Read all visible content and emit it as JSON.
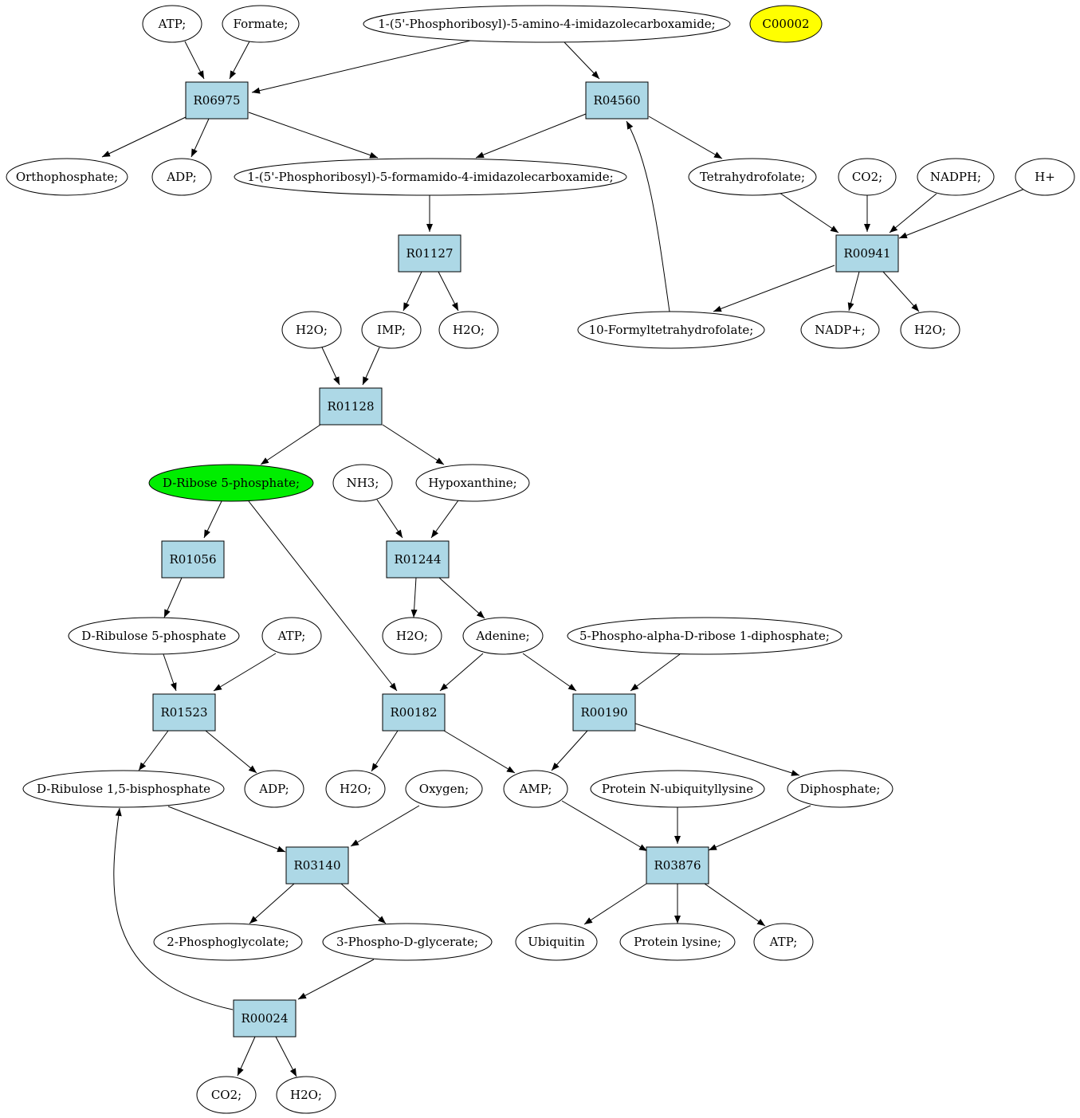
{
  "compounds": [
    {
      "id": "atp1",
      "label": "ATP;"
    },
    {
      "id": "formate",
      "label": "Formate;"
    },
    {
      "id": "aicar",
      "label": "1-(5'-Phosphoribosyl)-5-amino-4-imidazolecarboxamide;"
    },
    {
      "id": "c00002",
      "label": "C00002",
      "highlight": "yellow"
    },
    {
      "id": "orthophosphate",
      "label": "Orthophosphate;"
    },
    {
      "id": "adp1",
      "label": "ADP;"
    },
    {
      "id": "faicar",
      "label": "1-(5'-Phosphoribosyl)-5-formamido-4-imidazolecarboxamide;"
    },
    {
      "id": "thf",
      "label": "Tetrahydrofolate;"
    },
    {
      "id": "co2a",
      "label": "CO2;"
    },
    {
      "id": "nadph",
      "label": "NADPH;"
    },
    {
      "id": "hplus",
      "label": "H+"
    },
    {
      "id": "h2o_a",
      "label": "H2O;"
    },
    {
      "id": "imp",
      "label": "IMP;"
    },
    {
      "id": "h2o_b",
      "label": "H2O;"
    },
    {
      "id": "formylthf",
      "label": "10-Formyltetrahydrofolate;"
    },
    {
      "id": "nadp",
      "label": "NADP+;"
    },
    {
      "id": "h2o_c",
      "label": "H2O;"
    },
    {
      "id": "r5p",
      "label": "D-Ribose 5-phosphate;",
      "highlight": "green"
    },
    {
      "id": "nh3",
      "label": "NH3;"
    },
    {
      "id": "hypoxanthine",
      "label": "Hypoxanthine;"
    },
    {
      "id": "ru5p",
      "label": "D-Ribulose 5-phosphate"
    },
    {
      "id": "atp2",
      "label": "ATP;"
    },
    {
      "id": "h2o_d",
      "label": "H2O;"
    },
    {
      "id": "adenine",
      "label": "Adenine;"
    },
    {
      "id": "prpp",
      "label": "5-Phospho-alpha-D-ribose 1-diphosphate;"
    },
    {
      "id": "rubp",
      "label": "D-Ribulose 1,5-bisphosphate"
    },
    {
      "id": "adp2",
      "label": "ADP;"
    },
    {
      "id": "h2o_e",
      "label": "H2O;"
    },
    {
      "id": "oxygen",
      "label": "Oxygen;"
    },
    {
      "id": "amp",
      "label": "AMP;"
    },
    {
      "id": "protubq",
      "label": "Protein N-ubiquityllysine"
    },
    {
      "id": "diphosphate",
      "label": "Diphosphate;"
    },
    {
      "id": "pglycolate",
      "label": "2-Phosphoglycolate;"
    },
    {
      "id": "pga",
      "label": "3-Phospho-D-glycerate;"
    },
    {
      "id": "ubiquitin",
      "label": "Ubiquitin"
    },
    {
      "id": "protlys",
      "label": "Protein lysine;"
    },
    {
      "id": "atp3",
      "label": "ATP;"
    },
    {
      "id": "co2b",
      "label": "CO2;"
    },
    {
      "id": "h2o_f",
      "label": "H2O;"
    }
  ],
  "reactions": [
    {
      "id": "R06975",
      "label": "R06975"
    },
    {
      "id": "R04560",
      "label": "R04560"
    },
    {
      "id": "R01127",
      "label": "R01127"
    },
    {
      "id": "R00941",
      "label": "R00941"
    },
    {
      "id": "R01128",
      "label": "R01128"
    },
    {
      "id": "R01056",
      "label": "R01056"
    },
    {
      "id": "R01244",
      "label": "R01244"
    },
    {
      "id": "R01523",
      "label": "R01523"
    },
    {
      "id": "R00182",
      "label": "R00182"
    },
    {
      "id": "R00190",
      "label": "R00190"
    },
    {
      "id": "R03140",
      "label": "R03140"
    },
    {
      "id": "R03876",
      "label": "R03876"
    },
    {
      "id": "R00024",
      "label": "R00024"
    }
  ],
  "edges": [
    [
      "atp1",
      "R06975"
    ],
    [
      "formate",
      "R06975"
    ],
    [
      "aicar",
      "R06975"
    ],
    [
      "R06975",
      "orthophosphate"
    ],
    [
      "R06975",
      "adp1"
    ],
    [
      "R06975",
      "faicar"
    ],
    [
      "aicar",
      "R04560"
    ],
    [
      "formylthf",
      "R04560"
    ],
    [
      "R04560",
      "faicar"
    ],
    [
      "R04560",
      "thf"
    ],
    [
      "faicar",
      "R01127"
    ],
    [
      "R01127",
      "imp"
    ],
    [
      "R01127",
      "h2o_b"
    ],
    [
      "thf",
      "R00941"
    ],
    [
      "co2a",
      "R00941"
    ],
    [
      "nadph",
      "R00941"
    ],
    [
      "hplus",
      "R00941"
    ],
    [
      "R00941",
      "formylthf"
    ],
    [
      "R00941",
      "nadp"
    ],
    [
      "R00941",
      "h2o_c"
    ],
    [
      "h2o_a",
      "R01128"
    ],
    [
      "imp",
      "R01128"
    ],
    [
      "R01128",
      "r5p"
    ],
    [
      "R01128",
      "hypoxanthine"
    ],
    [
      "r5p",
      "R01056"
    ],
    [
      "R01056",
      "ru5p"
    ],
    [
      "nh3",
      "R01244"
    ],
    [
      "hypoxanthine",
      "R01244"
    ],
    [
      "R01244",
      "h2o_d"
    ],
    [
      "R01244",
      "adenine"
    ],
    [
      "ru5p",
      "R01523"
    ],
    [
      "atp2",
      "R01523"
    ],
    [
      "R01523",
      "rubp"
    ],
    [
      "R01523",
      "adp2"
    ],
    [
      "r5p",
      "R00182"
    ],
    [
      "adenine",
      "R00182"
    ],
    [
      "R00182",
      "h2o_e"
    ],
    [
      "R00182",
      "amp"
    ],
    [
      "adenine",
      "R00190"
    ],
    [
      "prpp",
      "R00190"
    ],
    [
      "R00190",
      "amp"
    ],
    [
      "R00190",
      "diphosphate"
    ],
    [
      "rubp",
      "R03140"
    ],
    [
      "oxygen",
      "R03140"
    ],
    [
      "R03140",
      "pglycolate"
    ],
    [
      "R03140",
      "pga"
    ],
    [
      "amp",
      "R03876"
    ],
    [
      "protubq",
      "R03876"
    ],
    [
      "diphosphate",
      "R03876"
    ],
    [
      "R03876",
      "ubiquitin"
    ],
    [
      "R03876",
      "protlys"
    ],
    [
      "R03876",
      "atp3"
    ],
    [
      "pga",
      "R00024"
    ],
    [
      "R00024",
      "rubp"
    ],
    [
      "R00024",
      "co2b"
    ],
    [
      "R00024",
      "h2o_f"
    ]
  ]
}
